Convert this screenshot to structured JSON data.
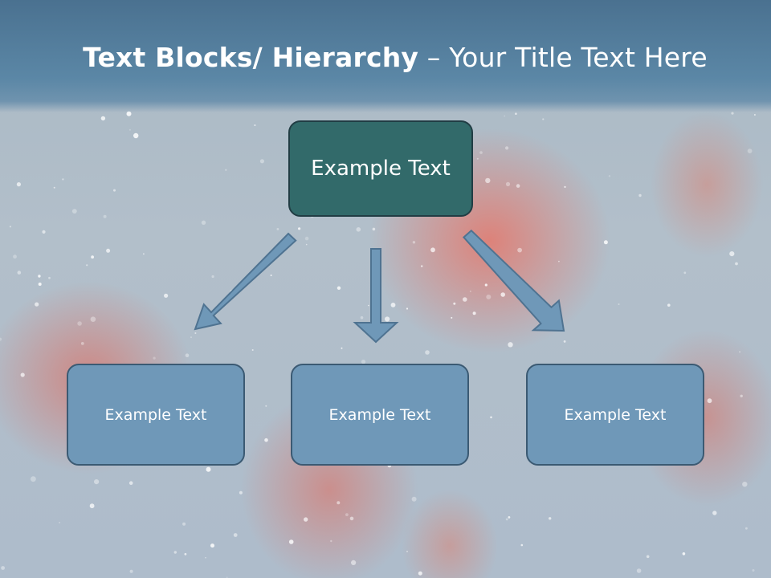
{
  "title": {
    "bold": "Text Blocks/ Hierarchy",
    "dash": " – ",
    "rest": "Your Title Text Here"
  },
  "diagram": {
    "top": "Example Text",
    "children": [
      "Example Text",
      "Example Text",
      "Example Text"
    ]
  },
  "colors": {
    "title_bar": "#5b87a6",
    "top_box": "#326a6a",
    "child_box": "#6f98b8",
    "arrow": "#6f98b8",
    "background_lantern": "#e86e5f"
  }
}
